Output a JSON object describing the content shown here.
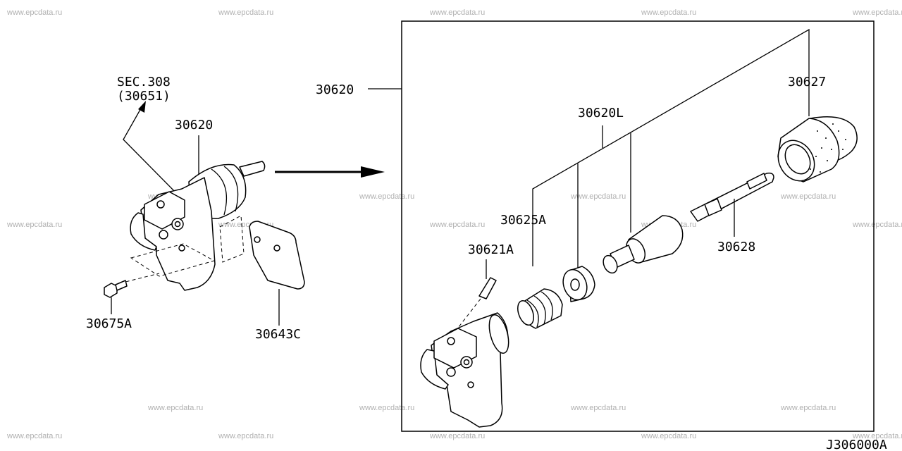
{
  "watermark": "www.epcdata.ru",
  "diagram_code": "J306000A",
  "labels": {
    "sec_ref": "SEC.308",
    "sec_ref_part": "(30651)",
    "assy_left": "30620",
    "assy_right": "30620",
    "kit": "30620L",
    "boot": "30625A",
    "bleeder": "30621A",
    "cup": "30627",
    "push_rod": "30628",
    "bolt": "30675A",
    "shim": "30643C"
  }
}
